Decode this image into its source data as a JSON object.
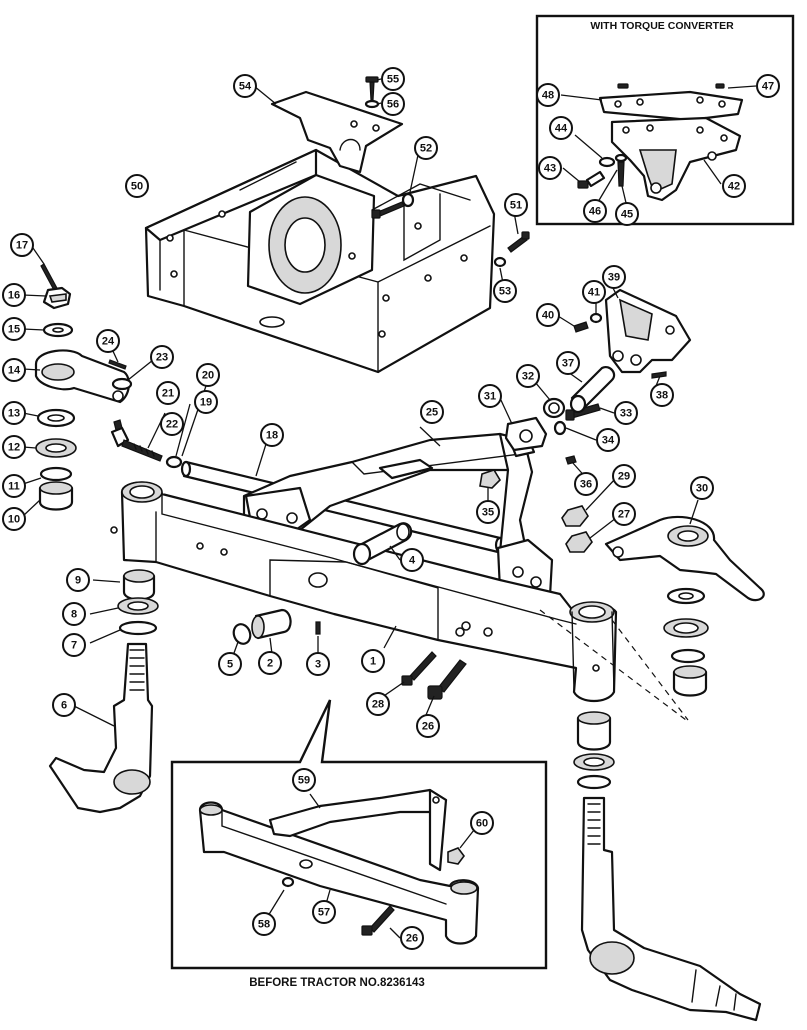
{
  "diagram": {
    "inset_top_title": "WITH TORQUE CONVERTER",
    "inset_bottom_caption": "BEFORE TRACTOR NO.8236143",
    "callouts": [
      {
        "label": "1"
      },
      {
        "label": "2"
      },
      {
        "label": "3"
      },
      {
        "label": "4"
      },
      {
        "label": "5"
      },
      {
        "label": "6"
      },
      {
        "label": "7"
      },
      {
        "label": "8"
      },
      {
        "label": "9"
      },
      {
        "label": "10"
      },
      {
        "label": "11"
      },
      {
        "label": "12"
      },
      {
        "label": "13"
      },
      {
        "label": "14"
      },
      {
        "label": "15"
      },
      {
        "label": "16"
      },
      {
        "label": "17"
      },
      {
        "label": "18"
      },
      {
        "label": "19"
      },
      {
        "label": "20"
      },
      {
        "label": "21"
      },
      {
        "label": "22"
      },
      {
        "label": "23"
      },
      {
        "label": "24"
      },
      {
        "label": "25"
      },
      {
        "label": "26"
      },
      {
        "label": "27"
      },
      {
        "label": "28"
      },
      {
        "label": "29"
      },
      {
        "label": "30"
      },
      {
        "label": "31"
      },
      {
        "label": "32"
      },
      {
        "label": "33"
      },
      {
        "label": "34"
      },
      {
        "label": "35"
      },
      {
        "label": "36"
      },
      {
        "label": "37"
      },
      {
        "label": "38"
      },
      {
        "label": "39"
      },
      {
        "label": "40"
      },
      {
        "label": "41"
      },
      {
        "label": "42"
      },
      {
        "label": "43"
      },
      {
        "label": "44"
      },
      {
        "label": "45"
      },
      {
        "label": "46"
      },
      {
        "label": "47"
      },
      {
        "label": "48"
      },
      {
        "label": "50"
      },
      {
        "label": "51"
      },
      {
        "label": "52"
      },
      {
        "label": "53"
      },
      {
        "label": "54"
      },
      {
        "label": "55"
      },
      {
        "label": "56"
      },
      {
        "label": "59"
      },
      {
        "label": "60"
      },
      {
        "label": "58"
      },
      {
        "label": "57"
      },
      {
        "label": "26"
      }
    ]
  }
}
